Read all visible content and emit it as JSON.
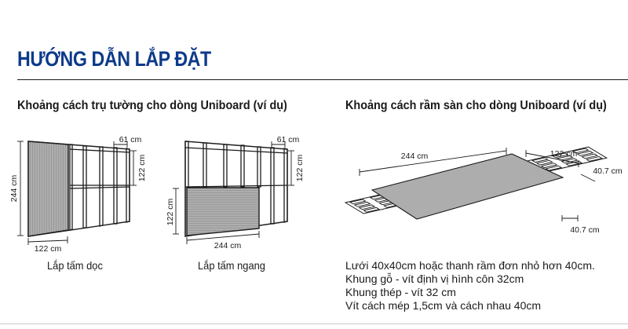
{
  "title": "HƯỚNG DẪN LẮP ĐẶT",
  "wall": {
    "title": "Khoảng cách trụ tường cho dòng Uniboard (ví dụ)",
    "vertical": {
      "caption": "Lắp tấm dọc",
      "dim_height": "244 cm",
      "dim_width": "122 cm",
      "dim_stud": "61 cm",
      "dim_row": "122 cm"
    },
    "horizontal": {
      "caption": "Lắp tấm ngang",
      "dim_height": "122 cm",
      "dim_width": "244 cm",
      "dim_stud": "61 cm",
      "dim_row": "122 cm"
    }
  },
  "floor": {
    "title": "Khoảng cách rầm sàn cho dòng Uniboard (ví dụ)",
    "dim_length": "244 cm",
    "dim_width": "122 cm",
    "dim_spacing_top": "40.7 cm",
    "dim_spacing_bottom": "40.7 cm",
    "notes": [
      "Lưới 40x40cm hoặc thanh rầm đơn nhỏ hơn 40cm.",
      "Khung gỗ - vít định vị hình côn 32cm",
      "Khung thép - vít 32 cm",
      "Vít cách mép 1,5cm và cách nhau 40cm"
    ]
  },
  "colors": {
    "title": "#0d3a8a",
    "panel": "#a9a9a9",
    "line": "#1b1b1b"
  }
}
